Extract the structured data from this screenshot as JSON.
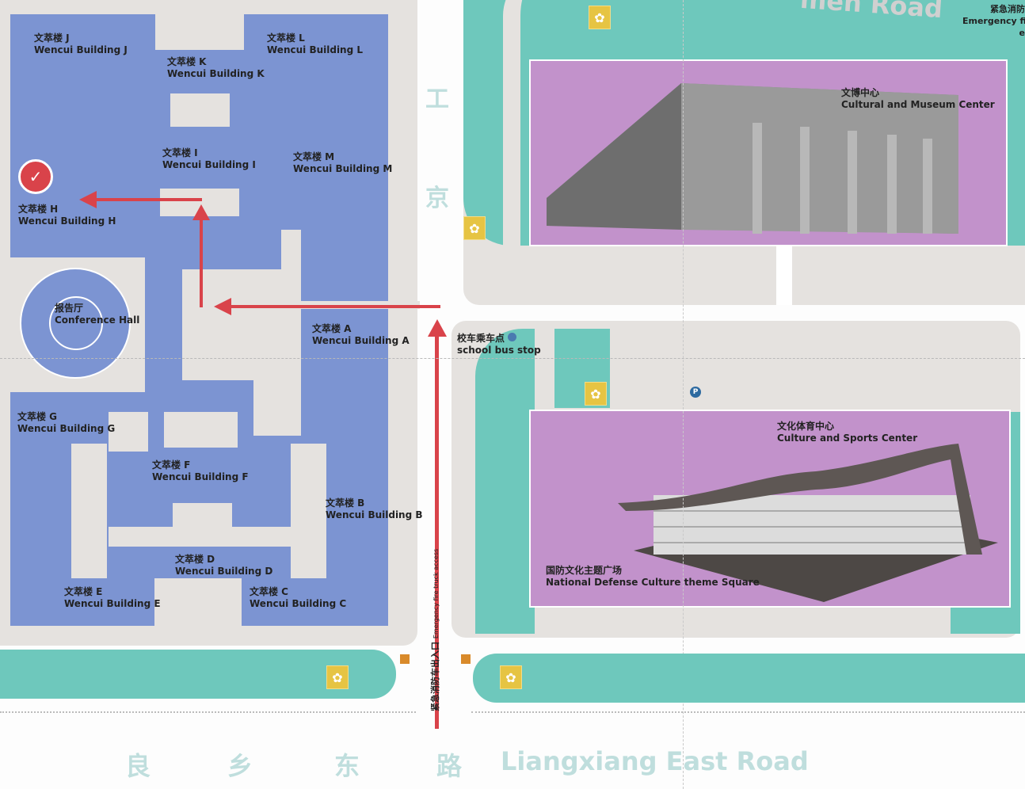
{
  "roads": {
    "top_right": "men Road",
    "vertical_chars": [
      "京",
      "工"
    ],
    "bottom_chars": [
      "良",
      "乡",
      "东",
      "路"
    ],
    "bottom_en": "Liangxiang East Road"
  },
  "emergency_top": {
    "zh": "紧急消防",
    "en": "Emergency fi",
    "extra": "e"
  },
  "emergency_vertical": {
    "zh": "紧急消防车出入口",
    "en": "Emergency fire truck access"
  },
  "buildings": [
    {
      "zh": "文萃楼 J",
      "en": "Wencui Building J"
    },
    {
      "zh": "文萃楼 L",
      "en": "Wencui Building L"
    },
    {
      "zh": "文萃楼 K",
      "en": "Wencui Building K"
    },
    {
      "zh": "文萃楼 I",
      "en": "Wencui Building I"
    },
    {
      "zh": "文萃楼 M",
      "en": "Wencui Building M"
    },
    {
      "zh": "文萃楼 H",
      "en": "Wencui Building H"
    },
    {
      "zh": "报告厅",
      "en": "Conference Hall"
    },
    {
      "zh": "文萃楼 A",
      "en": "Wencui Building A"
    },
    {
      "zh": "文萃楼 G",
      "en": "Wencui Building G"
    },
    {
      "zh": "文萃楼 F",
      "en": "Wencui Building F"
    },
    {
      "zh": "文萃楼 B",
      "en": "Wencui Building B"
    },
    {
      "zh": "文萃楼 D",
      "en": "Wencui Building D"
    },
    {
      "zh": "文萃楼 E",
      "en": "Wencui Building E"
    },
    {
      "zh": "文萃楼 C",
      "en": "Wencui Building C"
    }
  ],
  "right": {
    "museum": {
      "zh": "文博中心",
      "en": "Cultural and Museum Center"
    },
    "sports": {
      "zh": "文化体育中心",
      "en": "Culture and Sports Center"
    },
    "square": {
      "zh": "国防文化主题广场",
      "en": "National Defense Culture theme Square"
    },
    "bus_stop": {
      "zh": "校车乘车点",
      "en": "school bus stop"
    },
    "parking": "P"
  },
  "colors": {
    "building": "#7c94d2",
    "green": "#6ec8bc",
    "venue": "#c292cb",
    "route": "#d9434a",
    "check": "#d9434a"
  }
}
